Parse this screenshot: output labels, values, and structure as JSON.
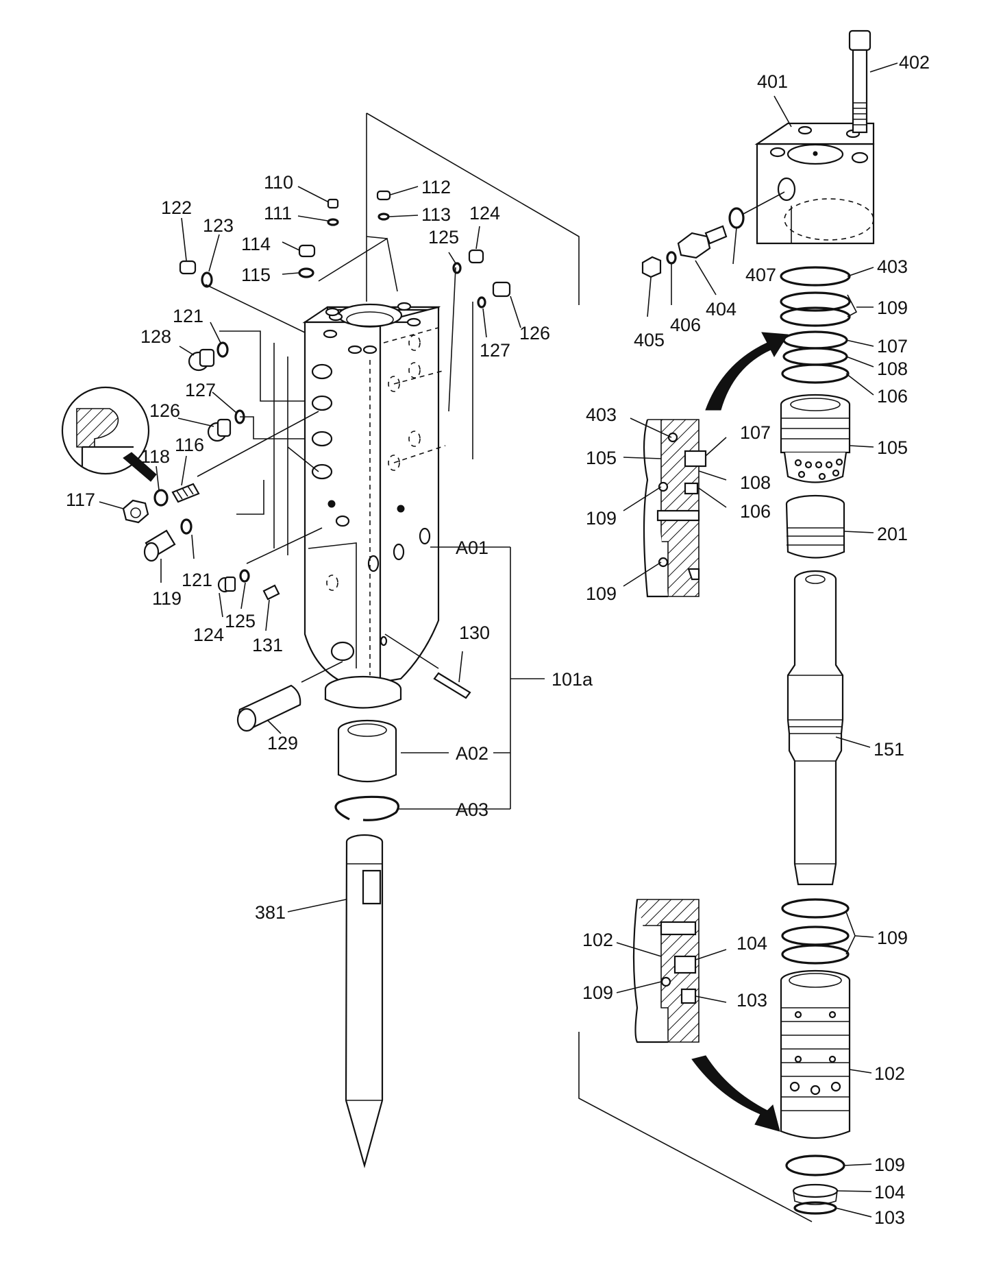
{
  "labels": {
    "l_402": "402",
    "l_401": "401",
    "l_403": "403",
    "l_109_top": "109",
    "l_107_right": "107",
    "l_108_right": "108",
    "l_106_right": "106",
    "l_105_right": "105",
    "l_201": "201",
    "l_407": "407",
    "l_404": "404",
    "l_405": "405",
    "l_406": "406",
    "l_403_det": "403",
    "l_105_det": "105",
    "l_107_det": "107",
    "l_108_det": "108",
    "l_106_det": "106",
    "l_109_det1": "109",
    "l_109_det2": "109",
    "l_151": "151",
    "l_109_mid": "109",
    "l_102_det": "102",
    "l_104_det": "104",
    "l_109_det3": "109",
    "l_103_det": "103",
    "l_102_right": "102",
    "l_109_bot": "109",
    "l_104_bot": "104",
    "l_103_bot": "103",
    "l_110": "110",
    "l_111": "111",
    "l_112": "112",
    "l_113": "113",
    "l_114": "114",
    "l_115": "115",
    "l_122": "122",
    "l_123": "123",
    "l_124_top": "124",
    "l_125_top": "125",
    "l_126_top": "126",
    "l_127_top": "127",
    "l_121_top": "121",
    "l_128": "128",
    "l_127_left": "127",
    "l_126_left": "126",
    "l_118": "118",
    "l_116": "116",
    "l_117": "117",
    "l_119": "119",
    "l_121_bot": "121",
    "l_124_bot": "124",
    "l_125_bot": "125",
    "l_131": "131",
    "l_A01": "A01",
    "l_101a": "101a",
    "l_130": "130",
    "l_129": "129",
    "l_A02": "A02",
    "l_A03": "A03",
    "l_381": "381"
  }
}
